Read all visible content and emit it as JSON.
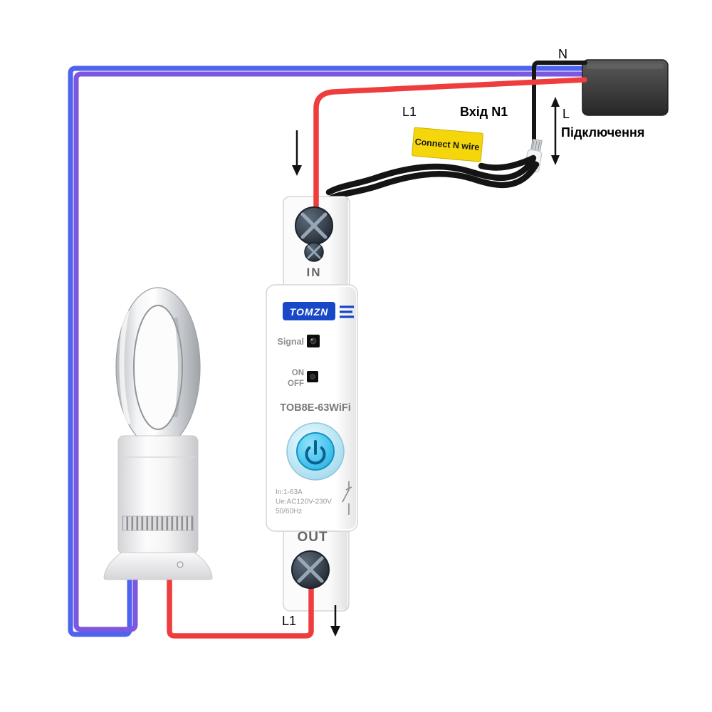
{
  "device": {
    "brand": "TOMZN",
    "model": "TOB8E-63WiFi",
    "terminal_in": "IN",
    "terminal_out": "OUT",
    "signal_label": "Signal",
    "on_label": "ON",
    "off_label": "OFF",
    "spec_current": "In:1-63A",
    "spec_voltage": "Ue:AC120V-230V",
    "spec_frequency": "50/60Hz"
  },
  "wiring": {
    "neutral_label": "N",
    "live_label": "L",
    "line_in_label": "L1",
    "input_n_label": "Вхід N1",
    "connection_label": "Підключення",
    "connect_n_tag": "Connect N wire",
    "line_out_label": "L1"
  },
  "colors": {
    "live_wire": "#ef3d3d",
    "neutral_wire": "#161616",
    "loop_wire_outer": "#4e63ee",
    "loop_wire_inner": "#7c57e0",
    "tag_bg": "#f4d60b",
    "brand_blue": "#1848c8",
    "button_cyan": "#3fc3ec",
    "power_source": "#3d3d3d"
  }
}
